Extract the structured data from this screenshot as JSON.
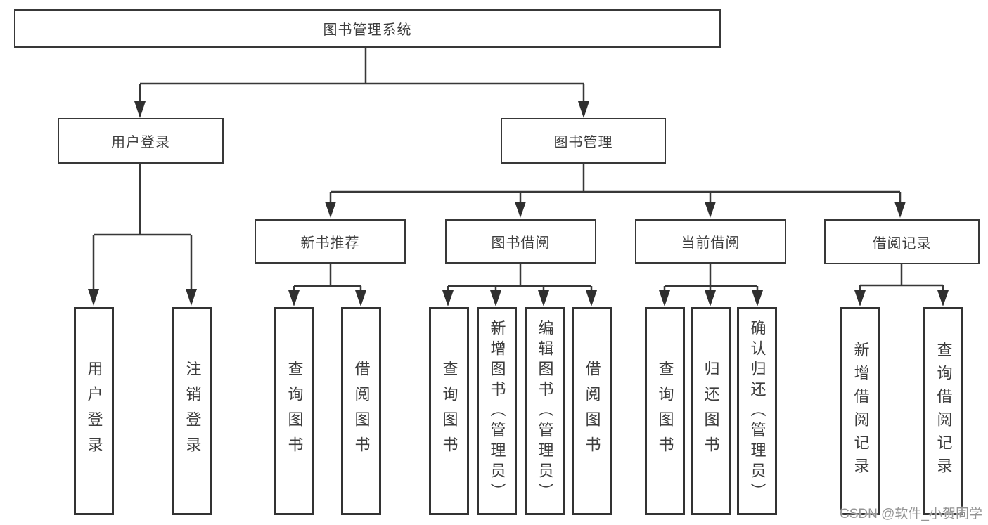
{
  "colors": {
    "line": "#383838",
    "box_border": "#383838",
    "text": "#3d3d3d",
    "watermark": "#949494",
    "background": "#ffffff"
  },
  "watermark": "CSDN @软件_小贺同学",
  "tree": {
    "label": "图书管理系统",
    "children": [
      {
        "label": "用户登录",
        "children": [
          {
            "label": "用户登录"
          },
          {
            "label": "注销登录"
          }
        ]
      },
      {
        "label": "图书管理",
        "children": [
          {
            "label": "新书推荐",
            "children": [
              {
                "label": "查询图书"
              },
              {
                "label": "借阅图书"
              }
            ]
          },
          {
            "label": "图书借阅",
            "children": [
              {
                "label": "查询图书"
              },
              {
                "label": "新增图书（管理员）"
              },
              {
                "label": "编辑图书（管理员）"
              },
              {
                "label": "借阅图书"
              }
            ]
          },
          {
            "label": "当前借阅",
            "children": [
              {
                "label": "查询图书"
              },
              {
                "label": "归还图书"
              },
              {
                "label": "确认归还（管理员）"
              }
            ]
          },
          {
            "label": "借阅记录",
            "children": [
              {
                "label": "新增借阅记录"
              },
              {
                "label": "查询借阅记录"
              }
            ]
          }
        ]
      }
    ]
  }
}
